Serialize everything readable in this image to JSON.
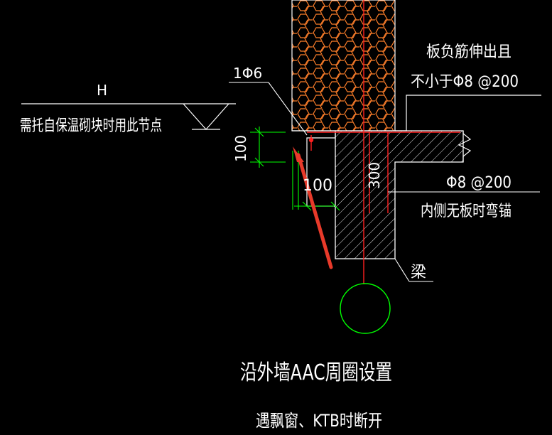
{
  "colors": {
    "background": "#000000",
    "text": "#ffffff",
    "wall_hatch": "#ff7f2a",
    "beam_outline": "#ffffff",
    "rebar": "#ff2020",
    "dimension": "#00ff00",
    "circle": "#00ff00",
    "arrow": "#e83a2a"
  },
  "labels": {
    "elevation_mark": "H",
    "elevation_note": "需托自保温砌块时用此节点",
    "rebar_1": "1Φ6",
    "slab_neg_line1": "板负筋伸出且",
    "slab_neg_line2": "不小于Φ8 @200",
    "rebar_spec": "Φ8 @200",
    "inner_note": "内侧无板时弯锚",
    "beam_label": "梁",
    "dim_100_left": "100",
    "dim_100_mid": "100",
    "dim_300": "300",
    "title_main": "沿外墙AAC周圈设置",
    "title_sub": "遇飘窗、KTB时断开"
  }
}
